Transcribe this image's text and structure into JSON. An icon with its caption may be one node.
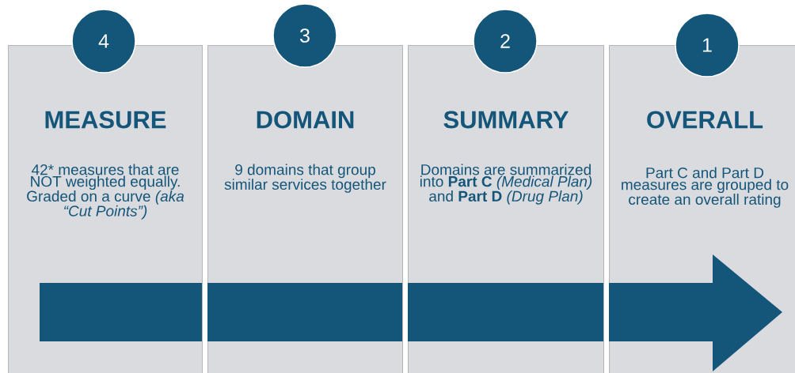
{
  "diagram": {
    "nodes": [
      {
        "text": [
          "4"
        ]
      },
      {
        "text": [
          "MEASURE",
          "42* measures that are NOT weighted equally. Graded on a curve *(aka “Cut Points”)*"
        ]
      },
      {
        "text": [
          "3"
        ]
      },
      {
        "text": [
          "DOMAIN",
          "9 domains that group similar services together"
        ]
      },
      {
        "text": [
          "2"
        ]
      },
      {
        "text": [
          "SUMMARY",
          "Domains are summarized into **Part C** *(Medical Plan)* and **Part D** *(Drug Plan)*"
        ]
      },
      {
        "text": [
          "1"
        ]
      },
      {
        "text": [
          "OVERALL",
          "Part C and Part D measures are grouped to create an overall rating"
        ]
      }
    ]
  }
}
